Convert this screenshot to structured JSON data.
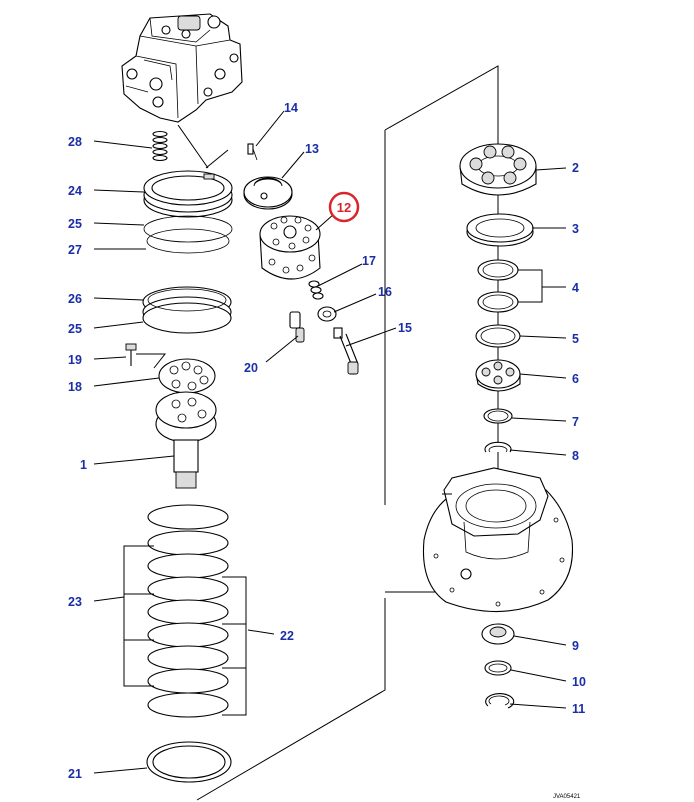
{
  "diagram": {
    "highlighted_part": "12",
    "reference_code": "JVA05421",
    "callouts": {
      "c1": "1",
      "c2": "2",
      "c3": "3",
      "c4": "4",
      "c5": "5",
      "c6": "6",
      "c7": "7",
      "c8": "8",
      "c9": "9",
      "c10": "10",
      "c11": "11",
      "c13": "13",
      "c14": "14",
      "c15": "15",
      "c16": "16",
      "c17": "17",
      "c18": "18",
      "c19": "19",
      "c20": "20",
      "c21": "21",
      "c22": "22",
      "c23": "23",
      "c24": "24",
      "c25a": "25",
      "c25b": "25",
      "c26": "26",
      "c27": "27",
      "c28": "28"
    }
  },
  "colors": {
    "callout": "#1a2ea8",
    "highlight": "#d8262a",
    "lines": "#000000"
  }
}
